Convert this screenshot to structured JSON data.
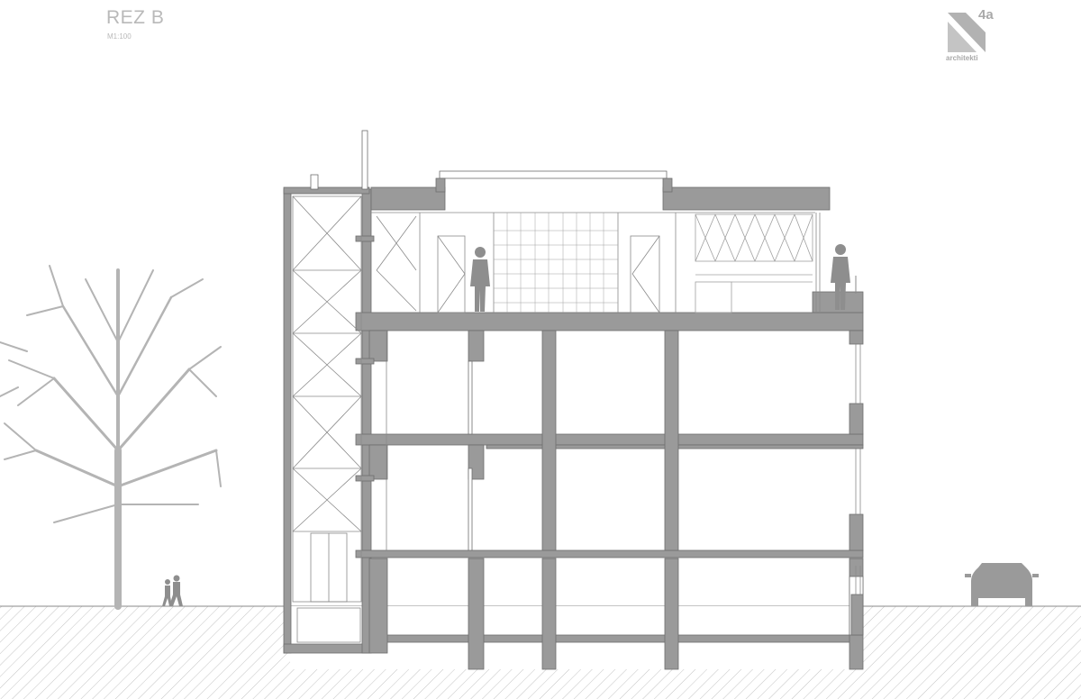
{
  "drawing": {
    "title": "REZ B",
    "scale": "M1:100"
  },
  "logo": {
    "number": "4a",
    "wordmark": "architekti",
    "color": "#a9a9a9"
  },
  "colors": {
    "wall": "#9a9a9a",
    "hatch": "#c8c8c8",
    "line": "#7a7a7a",
    "figure": "#8e8e8e",
    "tree": "#b4b4b4"
  }
}
